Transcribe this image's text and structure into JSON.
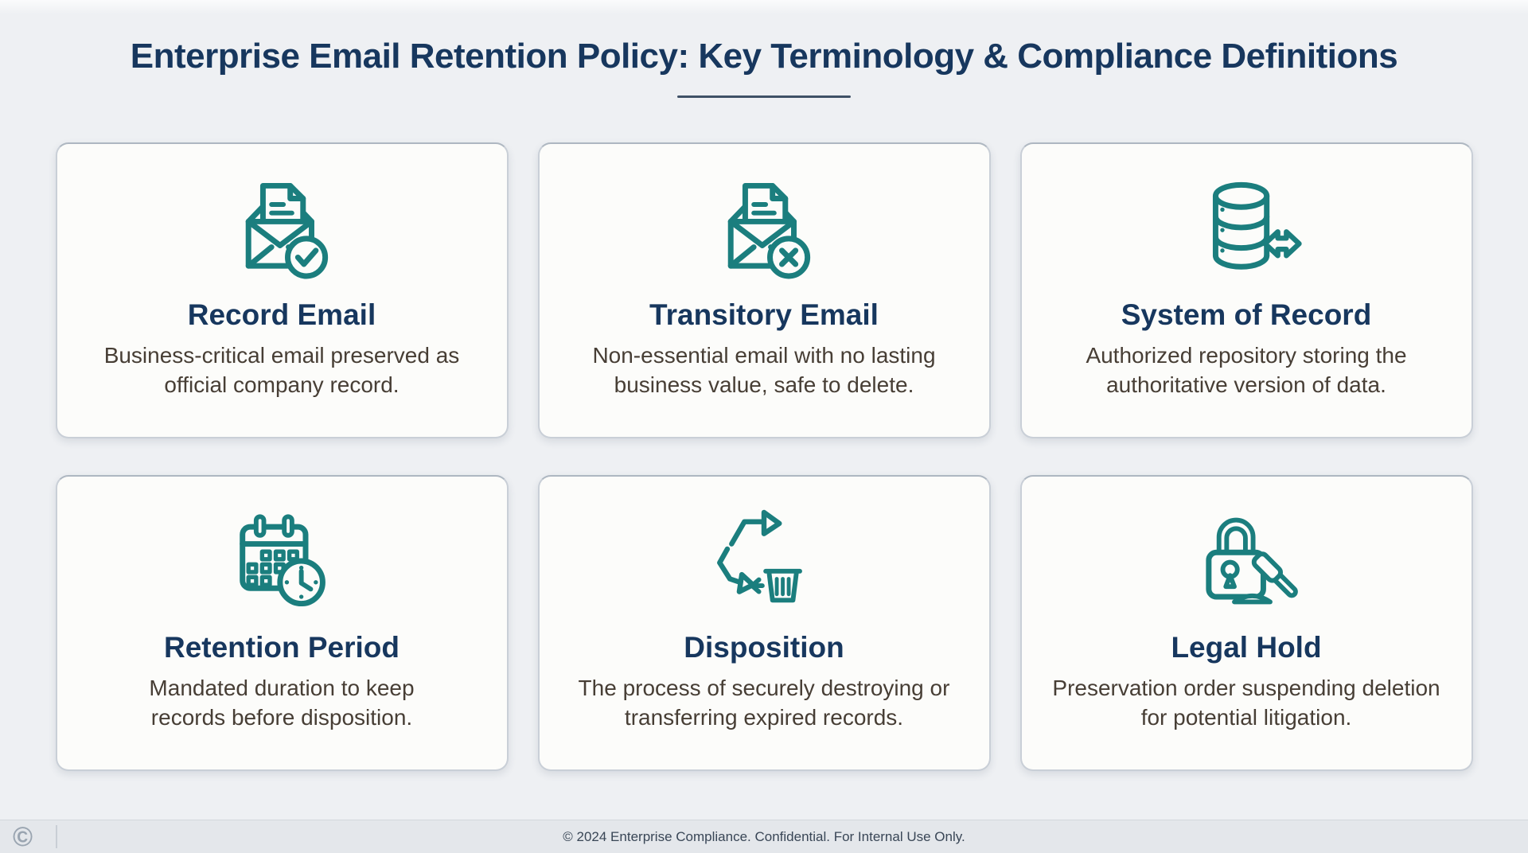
{
  "page": {
    "title": "Enterprise Email Retention Policy: Key Terminology & Compliance Definitions"
  },
  "colors": {
    "accent_teal": "#1b7e7e",
    "heading_navy": "#17375e",
    "description_text": "#473e35",
    "page_background": "#eef0f3",
    "card_background": "#fcfcfa",
    "footer_background": "#e4e7eb"
  },
  "cards": [
    {
      "icon": "record-email-icon",
      "title": "Record Email",
      "description": "Business-critical email preserved as official company record."
    },
    {
      "icon": "transitory-email-icon",
      "title": "Transitory Email",
      "description": "Non-essential email with no lasting business value, safe to delete."
    },
    {
      "icon": "system-of-record-icon",
      "title": "System of Record",
      "description": "Authorized repository storing the authoritative version of data."
    },
    {
      "icon": "retention-period-icon",
      "title": "Retention Period",
      "description": "Mandated duration to keep records before disposition."
    },
    {
      "icon": "disposition-icon",
      "title": "Disposition",
      "description": "The process of securely destroying or transferring expired records."
    },
    {
      "icon": "legal-hold-icon",
      "title": "Legal Hold",
      "description": "Preservation order suspending deletion for potential litigation."
    }
  ],
  "footer": {
    "logo_glyph": "©",
    "text": "© 2024 Enterprise Compliance. Confidential. For Internal Use Only."
  }
}
